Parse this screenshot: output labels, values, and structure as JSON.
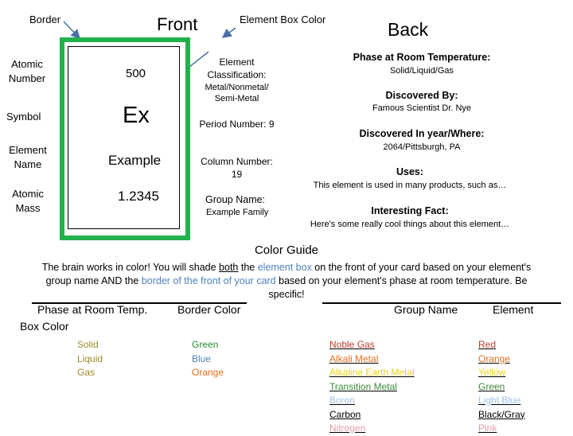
{
  "front": {
    "heading": "Front",
    "label_border": "Border",
    "label_box_color": "Element Box Color",
    "label_atomic_number": "Atomic Number",
    "label_symbol": "Symbol",
    "label_element_name": "Element Name",
    "label_atomic_mass": "Atomic Mass",
    "card": {
      "atomic_number": "500",
      "symbol": "Ex",
      "name": "Example",
      "mass": "1.2345"
    },
    "classification_label": "Element Classification:",
    "classification_value": "Metal/Nonmetal/ Semi-Metal",
    "period_label": "Period Number:",
    "period_value": "9",
    "column_label": "Column Number:",
    "column_value": "19",
    "group_label": "Group Name:",
    "group_value": "Example Family"
  },
  "back": {
    "heading": "Back",
    "phase_label": "Phase at Room Temperature:",
    "phase_value": "Solid/Liquid/Gas",
    "discovered_by_label": "Discovered By:",
    "discovered_by_value": "Famous Scientist Dr. Nye",
    "discovered_in_label": "Discovered In year/Where:",
    "discovered_in_value": "2064/Pittsburgh, PA",
    "uses_label": "Uses:",
    "uses_value": "This element is used in many products, such as…",
    "fact_label": "Interesting Fact:",
    "fact_value": "Here's some really cool things about this element…"
  },
  "guide": {
    "title": "Color Guide",
    "p1": "The brain works in color! You will shade ",
    "p_both": "both",
    "p2": " the ",
    "p_element_box": "element box",
    "p3": " on the front of your card based on your element's",
    "p4": "group name AND the ",
    "p_border": "border of the front of your card",
    "p5": " based on your element's phase at room temperature.  Be",
    "p6": "specific!",
    "col_phase": "Phase at Room Temp.",
    "col_box_color": "Box Color",
    "col_border_color": "Border Color",
    "col_group_name": "Group Name",
    "col_element": "Element",
    "phases": [
      "Solid",
      "Liquid",
      "Gas"
    ],
    "border_colors": [
      "Green",
      "Blue",
      "Orange"
    ],
    "groups": [
      "Noble Gas",
      "Alkali Metal",
      "Alkaline Earth Metal",
      "Transition Metal",
      "Boron",
      "Carbon",
      "Nitrogen"
    ],
    "group_colors": [
      "#c0392b",
      "#e07020",
      "#e6d21e",
      "#3a8a3a",
      "#9cc3e6",
      "#000000",
      "#e89aa8"
    ],
    "element_colors": [
      "Red",
      "Orange",
      "Yellow",
      "Green",
      "Light Blue",
      "Black/Gray",
      "Pink"
    ]
  }
}
